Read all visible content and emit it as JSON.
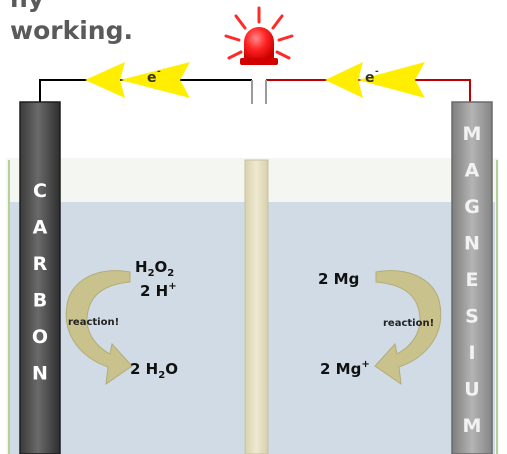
{
  "caption": {
    "line_top": "hy",
    "line_bottom": "working."
  },
  "electron_label": "e",
  "electron_superscript": "-",
  "left_electrode": {
    "letters": [
      "C",
      "A",
      "R",
      "B",
      "O",
      "N"
    ]
  },
  "right_electrode": {
    "letters": [
      "M",
      "A",
      "G",
      "N",
      "E",
      "S",
      "I",
      "U",
      "M"
    ]
  },
  "left_reactions": {
    "reactant_1_base": "H",
    "reactant_1_sub1": "2",
    "reactant_1_mid": "O",
    "reactant_1_sub2": "2",
    "reactant_2_base": "2 H",
    "reactant_2_sup": "+",
    "label": "reaction!",
    "product_base": "2 H",
    "product_sub": "2",
    "product_end": "O"
  },
  "right_reactions": {
    "reactant": "2 Mg",
    "label": "reaction!",
    "product_base": "2 Mg",
    "product_sup": "+"
  },
  "colors": {
    "wire_left": "#000000",
    "wire_right": "#c00000",
    "electron_arrow": "#ffee00",
    "carbon_electrode": "#555555",
    "magnesium_electrode": "#9a9a9a",
    "solution": "#d0dbe6",
    "separator": "#e8e2c6",
    "reaction_arrow": "#c9c28c",
    "led": "#ff2a2a"
  }
}
